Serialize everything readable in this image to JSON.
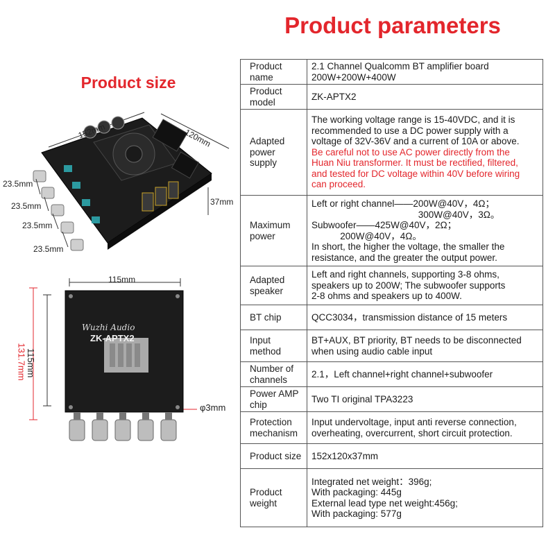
{
  "page": {
    "params_title": "Product parameters",
    "size_title": "Product size"
  },
  "dimensions": {
    "length": "152mm",
    "width": "120mm",
    "height": "37mm",
    "knob_pitch_1": "23.5mm",
    "knob_pitch_2": "23.5mm",
    "knob_pitch_3": "23.5mm",
    "knob_pitch_4": "23.5mm",
    "bottom_width": "115mm",
    "bottom_height_inner": "115mm",
    "bottom_height_outer": "131.7mm",
    "hole": "φ3mm"
  },
  "board": {
    "brand": "Wuzhi Audio",
    "model": "ZK-APTX2"
  },
  "colors": {
    "accent": "#e3262c",
    "board": "#1c1c1c",
    "border": "#555555"
  },
  "rows": [
    {
      "label": "Product name",
      "lines": [
        "2.1 Channel Qualcomm BT amplifier board",
        "200W+200W+400W"
      ]
    },
    {
      "label": "Product model",
      "lines": [
        "ZK-APTX2"
      ]
    },
    {
      "label": "Adapted power supply",
      "lines": [
        "The working voltage range is 15-40VDC, and it is",
        "recommended to use a DC power supply with a",
        "voltage of 32V-36V and a current of 10A or above."
      ],
      "red_lines": [
        "Be careful not to use AC power directly from the",
        "Huan Niu transformer. It must be rectified, filtered,",
        "and tested for DC voltage within 40V before wiring",
        "can proceed."
      ]
    },
    {
      "label": "Maximum power",
      "lines": [
        "Left or right channel——200W@40V，4Ω；",
        "                                         300W@40V，3Ω。",
        "Subwoofer——425W@40V，2Ω；",
        "           200W@40V，4Ω。",
        "In short, the higher the voltage, the smaller the",
        "resistance, and the greater the output power."
      ]
    },
    {
      "label": "Adapted speaker",
      "lines": [
        "Left and right channels, supporting 3-8 ohms,",
        "speakers up to 200W; The subwoofer supports",
        "2-8 ohms and speakers up to 400W."
      ]
    },
    {
      "label": "BT chip",
      "lines": [
        "QCC3034，transmission distance of 15 meters"
      ]
    },
    {
      "label": "Input method",
      "lines": [
        "BT+AUX, BT priority, BT needs to be disconnected",
        "when using audio cable input"
      ]
    },
    {
      "label": "Number of channels",
      "lines": [
        "2.1，Left channel+right channel+subwoofer"
      ]
    },
    {
      "label": "Power AMP chip",
      "lines": [
        "Two TI original TPA3223"
      ]
    },
    {
      "label": "Protection mechanism",
      "lines": [
        "Input undervoltage, input anti reverse connection,",
        "overheating, overcurrent, short circuit protection."
      ]
    },
    {
      "label": "Product size",
      "lines": [
        "152x120x37mm"
      ]
    },
    {
      "label": "Product weight",
      "lines": [
        "Integrated net weight：396g;",
        "With packaging: 445g",
        "External lead type net weight:456g;",
        "With packaging: 577g"
      ]
    }
  ]
}
